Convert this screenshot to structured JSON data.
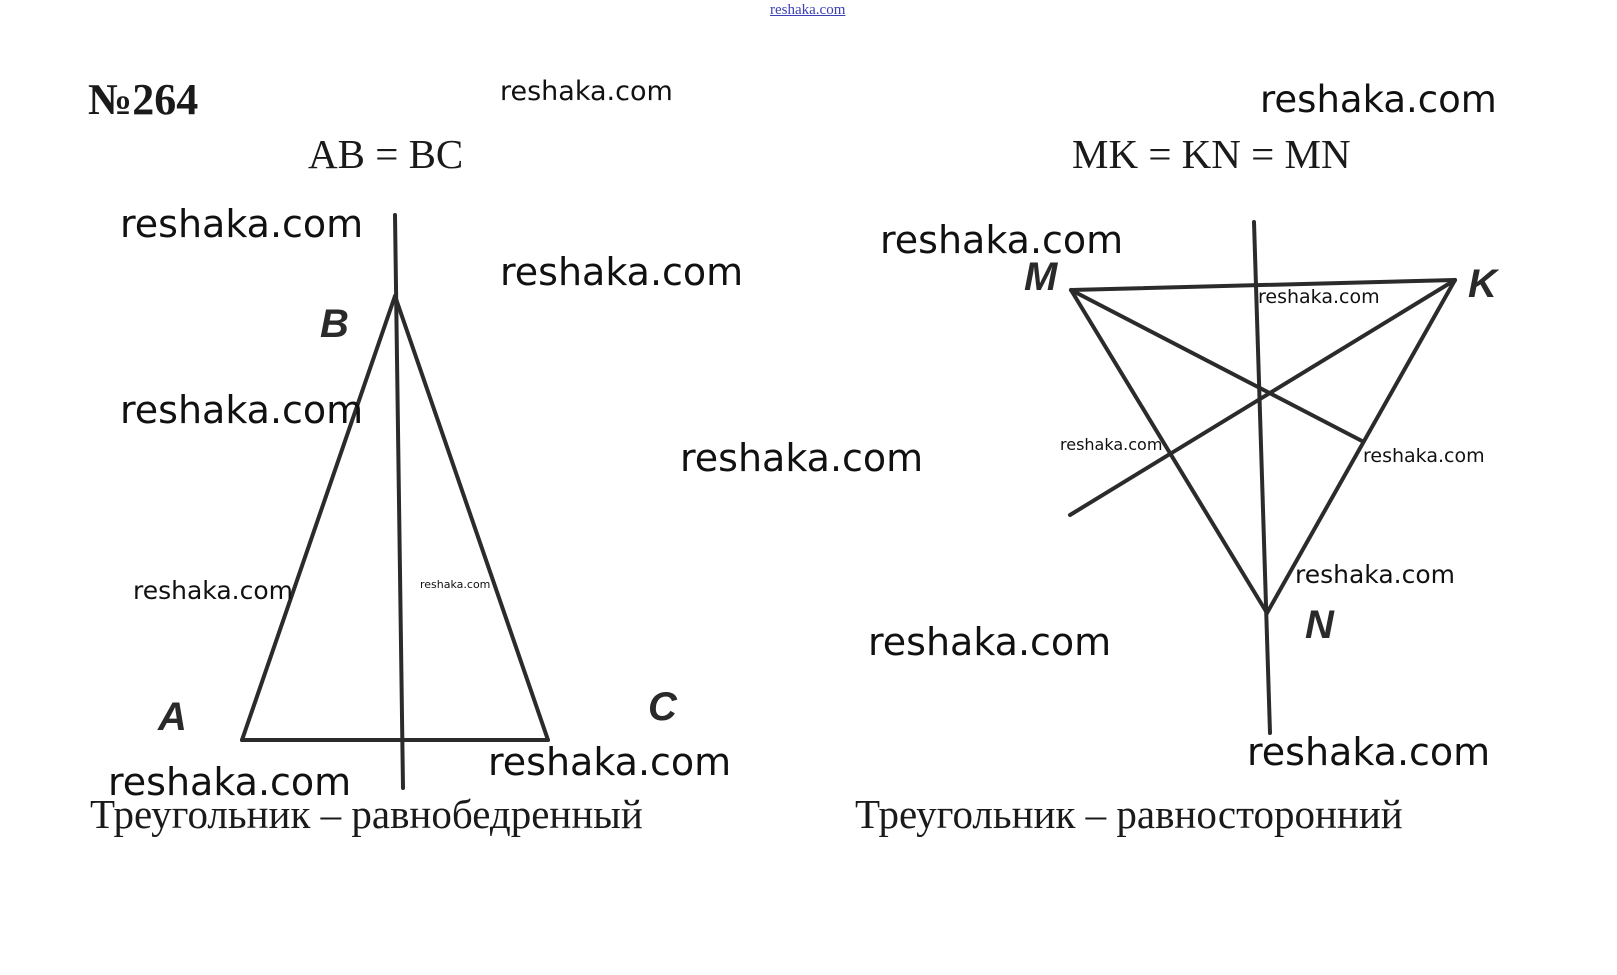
{
  "header": {
    "site_watermark": "reshaka.com",
    "problem_number": "№264"
  },
  "left_figure": {
    "equation": "AB = BC",
    "vertex_labels": {
      "a": "A",
      "b": "B",
      "c": "C"
    },
    "caption": "Треугольник – равнобедренный"
  },
  "right_figure": {
    "equation": "MK = KN = MN",
    "vertex_labels": {
      "m": "M",
      "k": "K",
      "n": "N"
    },
    "caption": "Треугольник – равносторонний"
  },
  "watermarks": [
    "reshaka.com",
    "reshaka.com",
    "reshaka.com",
    "reshaka.com",
    "reshaka.com",
    "reshaka.com",
    "reshaka.com",
    "reshaka.com",
    "reshaka.com",
    "reshaka.com",
    "reshaka.com",
    "reshaka.com",
    "reshaka.com",
    "reshaka.com",
    "reshaka.com",
    "reshaka.com",
    "reshaka.com"
  ],
  "colors": {
    "line": "#2b2b2b",
    "text": "#111111",
    "top_watermark": "#3a3fb5"
  }
}
